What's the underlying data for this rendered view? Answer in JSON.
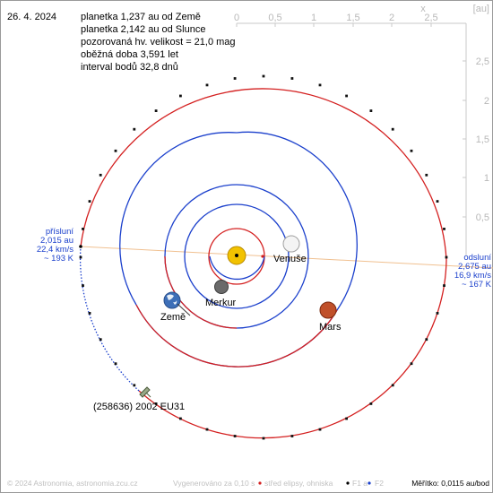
{
  "header": {
    "date": "26. 4. 2024",
    "info_lines": [
      "planetka 1,237 au od Země",
      "planetka 2,142 au od Slunce",
      "pozorovaná hv. velikost = 21,0 mag",
      "oběžná doba 3,591 let",
      "interval bodů 32,8 dnů"
    ]
  },
  "axes": {
    "x_ticks": [
      "0",
      "0,5",
      "1",
      "1,5",
      "2",
      "2,5"
    ],
    "x_name": "x",
    "unit": "[au]",
    "y_ticks": [
      "2,5",
      "2",
      "1,5",
      "1",
      "0,5"
    ]
  },
  "perihelion": {
    "lines": [
      "přísluní",
      "2,015 au",
      "22,4 km/s",
      "~ 193 K"
    ]
  },
  "aphelion": {
    "lines": [
      "odsluní",
      "2,675 au",
      "16,9 km/s",
      "~ 167 K"
    ]
  },
  "bodies": {
    "venus": "Venuše",
    "mercury": "Merkur",
    "earth": "Země",
    "mars": "Mars",
    "asteroid": "(258636) 2002 EU31"
  },
  "footer": {
    "copyright": "© 2024 Astronomia, astronomia.zcu.cz",
    "generated": "Vygenerováno za 0,10 s",
    "legend_center": "střed elipsy, ohniska",
    "legend_f1": "F1 a",
    "legend_f2": "F2",
    "scale": "Měřítko: 0,0115 au/bod"
  },
  "colors": {
    "orbit_blue": "#1a3fcc",
    "orbit_red": "#d42020",
    "apsis_line": "#f0c090",
    "sun": "#f2c200",
    "mars": "#c0502a",
    "axis": "#c8c8c8"
  }
}
